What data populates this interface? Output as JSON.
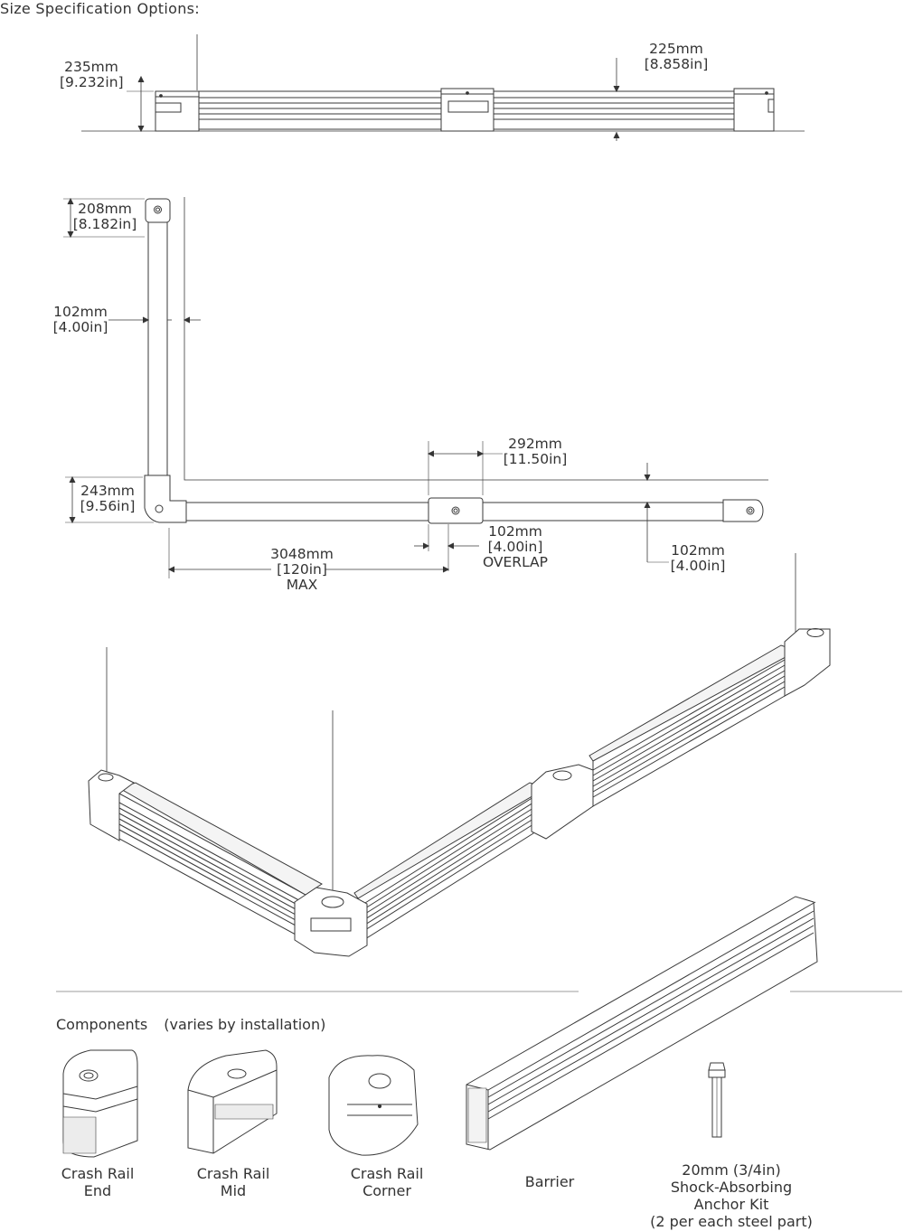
{
  "title": "Size Specification Options:",
  "elevation": {
    "height": [
      "235mm",
      "[9.232in]"
    ],
    "depth": [
      "225mm",
      "[8.858in]"
    ]
  },
  "plan": {
    "end_width": [
      "208mm",
      "[8.182in]"
    ],
    "rail_width": [
      "102mm",
      "[4.00in]"
    ],
    "corner": [
      "243mm",
      "[9.56in]"
    ],
    "mid": [
      "292mm",
      "[11.50in]"
    ],
    "overlap": [
      "102mm",
      "[4.00in]",
      "OVERLAP"
    ],
    "span": [
      "3048mm",
      "[120in]",
      "MAX"
    ],
    "offset": [
      "102mm",
      "[4.00in]"
    ]
  },
  "components": {
    "heading": "Components",
    "note": "(varies by installation)",
    "items": [
      {
        "lines": [
          "Crash Rail",
          "End"
        ]
      },
      {
        "lines": [
          "Crash Rail",
          "Mid"
        ]
      },
      {
        "lines": [
          "Crash Rail",
          "Corner"
        ]
      },
      {
        "lines": [
          "Barrier"
        ]
      },
      {
        "lines": [
          "20mm (3/4in)",
          "Shock-Absorbing",
          "Anchor Kit",
          "(2 per each steel part)"
        ]
      }
    ]
  },
  "colors": {
    "line": "#3a3a3a",
    "fill": "#ffffff",
    "shade": "#e9e9e9"
  }
}
